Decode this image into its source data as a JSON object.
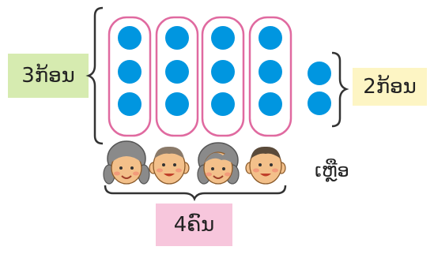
{
  "labels": {
    "rows": "3ກ້ອນ",
    "remainder": "2ກ້ອນ",
    "people": "4ຄົນ",
    "remainder_word": "ເຫຼືອ"
  },
  "colors": {
    "dot": "#0096e0",
    "group_outline": "#e06aa0",
    "bracket": "#333333",
    "label_green": "#d6ebb0",
    "label_yellow": "#fdf5c4",
    "label_pink": "#f7c6dc"
  },
  "diagram": {
    "groups": 4,
    "dots_per_group": 3,
    "remainder_dots": 2,
    "faces": [
      "girl-face",
      "boy-face",
      "girl-face",
      "boy-face"
    ]
  }
}
